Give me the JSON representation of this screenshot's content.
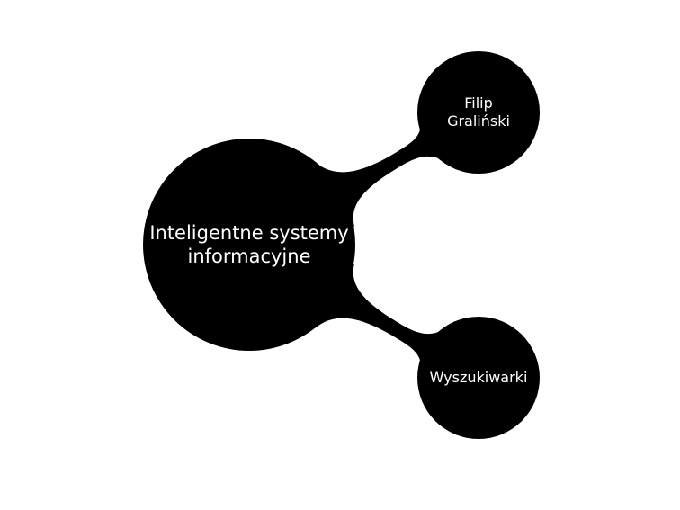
{
  "mindmap": {
    "root": {
      "line1": "Inteligentne systemy",
      "line2": "informacyjne"
    },
    "children": [
      {
        "line1": "Filip",
        "line2": "Graliński"
      },
      {
        "line1": "Wyszukiwarki"
      }
    ],
    "colors": {
      "node": "#000000",
      "text": "#ffffff",
      "background": "#ffffff"
    }
  }
}
